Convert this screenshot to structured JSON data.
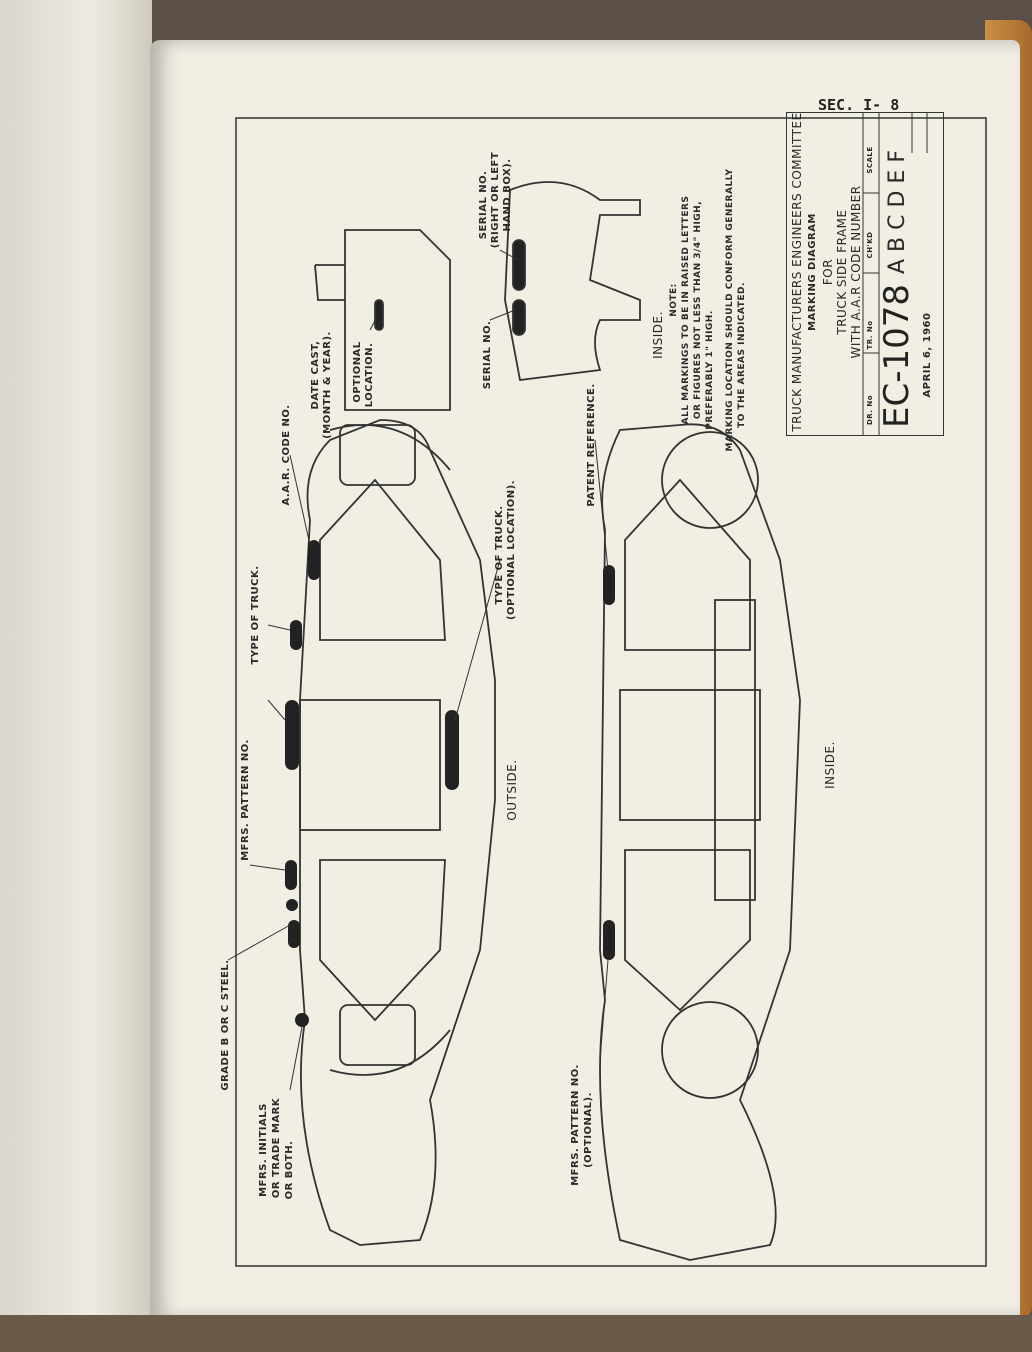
{
  "page": {
    "section": "SEC. I- 8"
  },
  "title_block": {
    "lines": [
      "TRUCK MANUFACTURERS ENGINEERS COMMITTEE",
      "MARKING DIAGRAM",
      "FOR",
      "TRUCK SIDE FRAME",
      "WITH A.A.R CODE NUMBER"
    ],
    "headers": {
      "dr": "DR. No",
      "tr": "TR. No",
      "chkd": "CH'KD",
      "scale": "SCALE"
    },
    "drawing_number": "EC-1078",
    "date": "APRIL 6, 1960",
    "revisions": "A B C D E F"
  },
  "note": {
    "heading": "NOTE:",
    "line1": "ALL MARKINGS TO BE IN RAISED LETTERS",
    "line2": "OR FIGURES NOT LESS THAN 3/4\" HIGH,",
    "line3": "PREFERABLY 1\" HIGH.",
    "line4": "MARKING LOCATION SHOULD CONFORM GENERALLY",
    "line5": "TO THE AREAS INDICATED."
  },
  "labels": {
    "inside_detail": "INSIDE.",
    "serial_right_left_1": "SERIAL NO.",
    "serial_right_left_2": "(RIGHT OR LEFT",
    "serial_right_left_3": "HAND BOX).",
    "serial_no": "SERIAL NO.",
    "patent_reference": "PATENT REFERENCE.",
    "optional_location_1": "OPTIONAL",
    "optional_location_2": "LOCATION.",
    "date_cast_1": "DATE CAST,",
    "date_cast_2": "(MONTH & YEAR).",
    "aar_code": "A.A.R. CODE NO.",
    "type_of_truck": "TYPE OF TRUCK.",
    "mfrs_pattern": "MFRS. PATTERN NO.",
    "grade_steel": "GRADE B OR C STEEL.",
    "mfrs_initials_1": "MFRS. INITIALS",
    "mfrs_initials_2": "OR TRADE MARK",
    "mfrs_initials_3": "OR BOTH.",
    "type_optional_1": "TYPE OF TRUCK.",
    "type_optional_2": "(OPTIONAL LOCATION).",
    "outside": "OUTSIDE.",
    "inside": "INSIDE.",
    "mfrs_pattern_opt_1": "MFRS. PATTERN NO.",
    "mfrs_pattern_opt_2": "(OPTIONAL)."
  }
}
